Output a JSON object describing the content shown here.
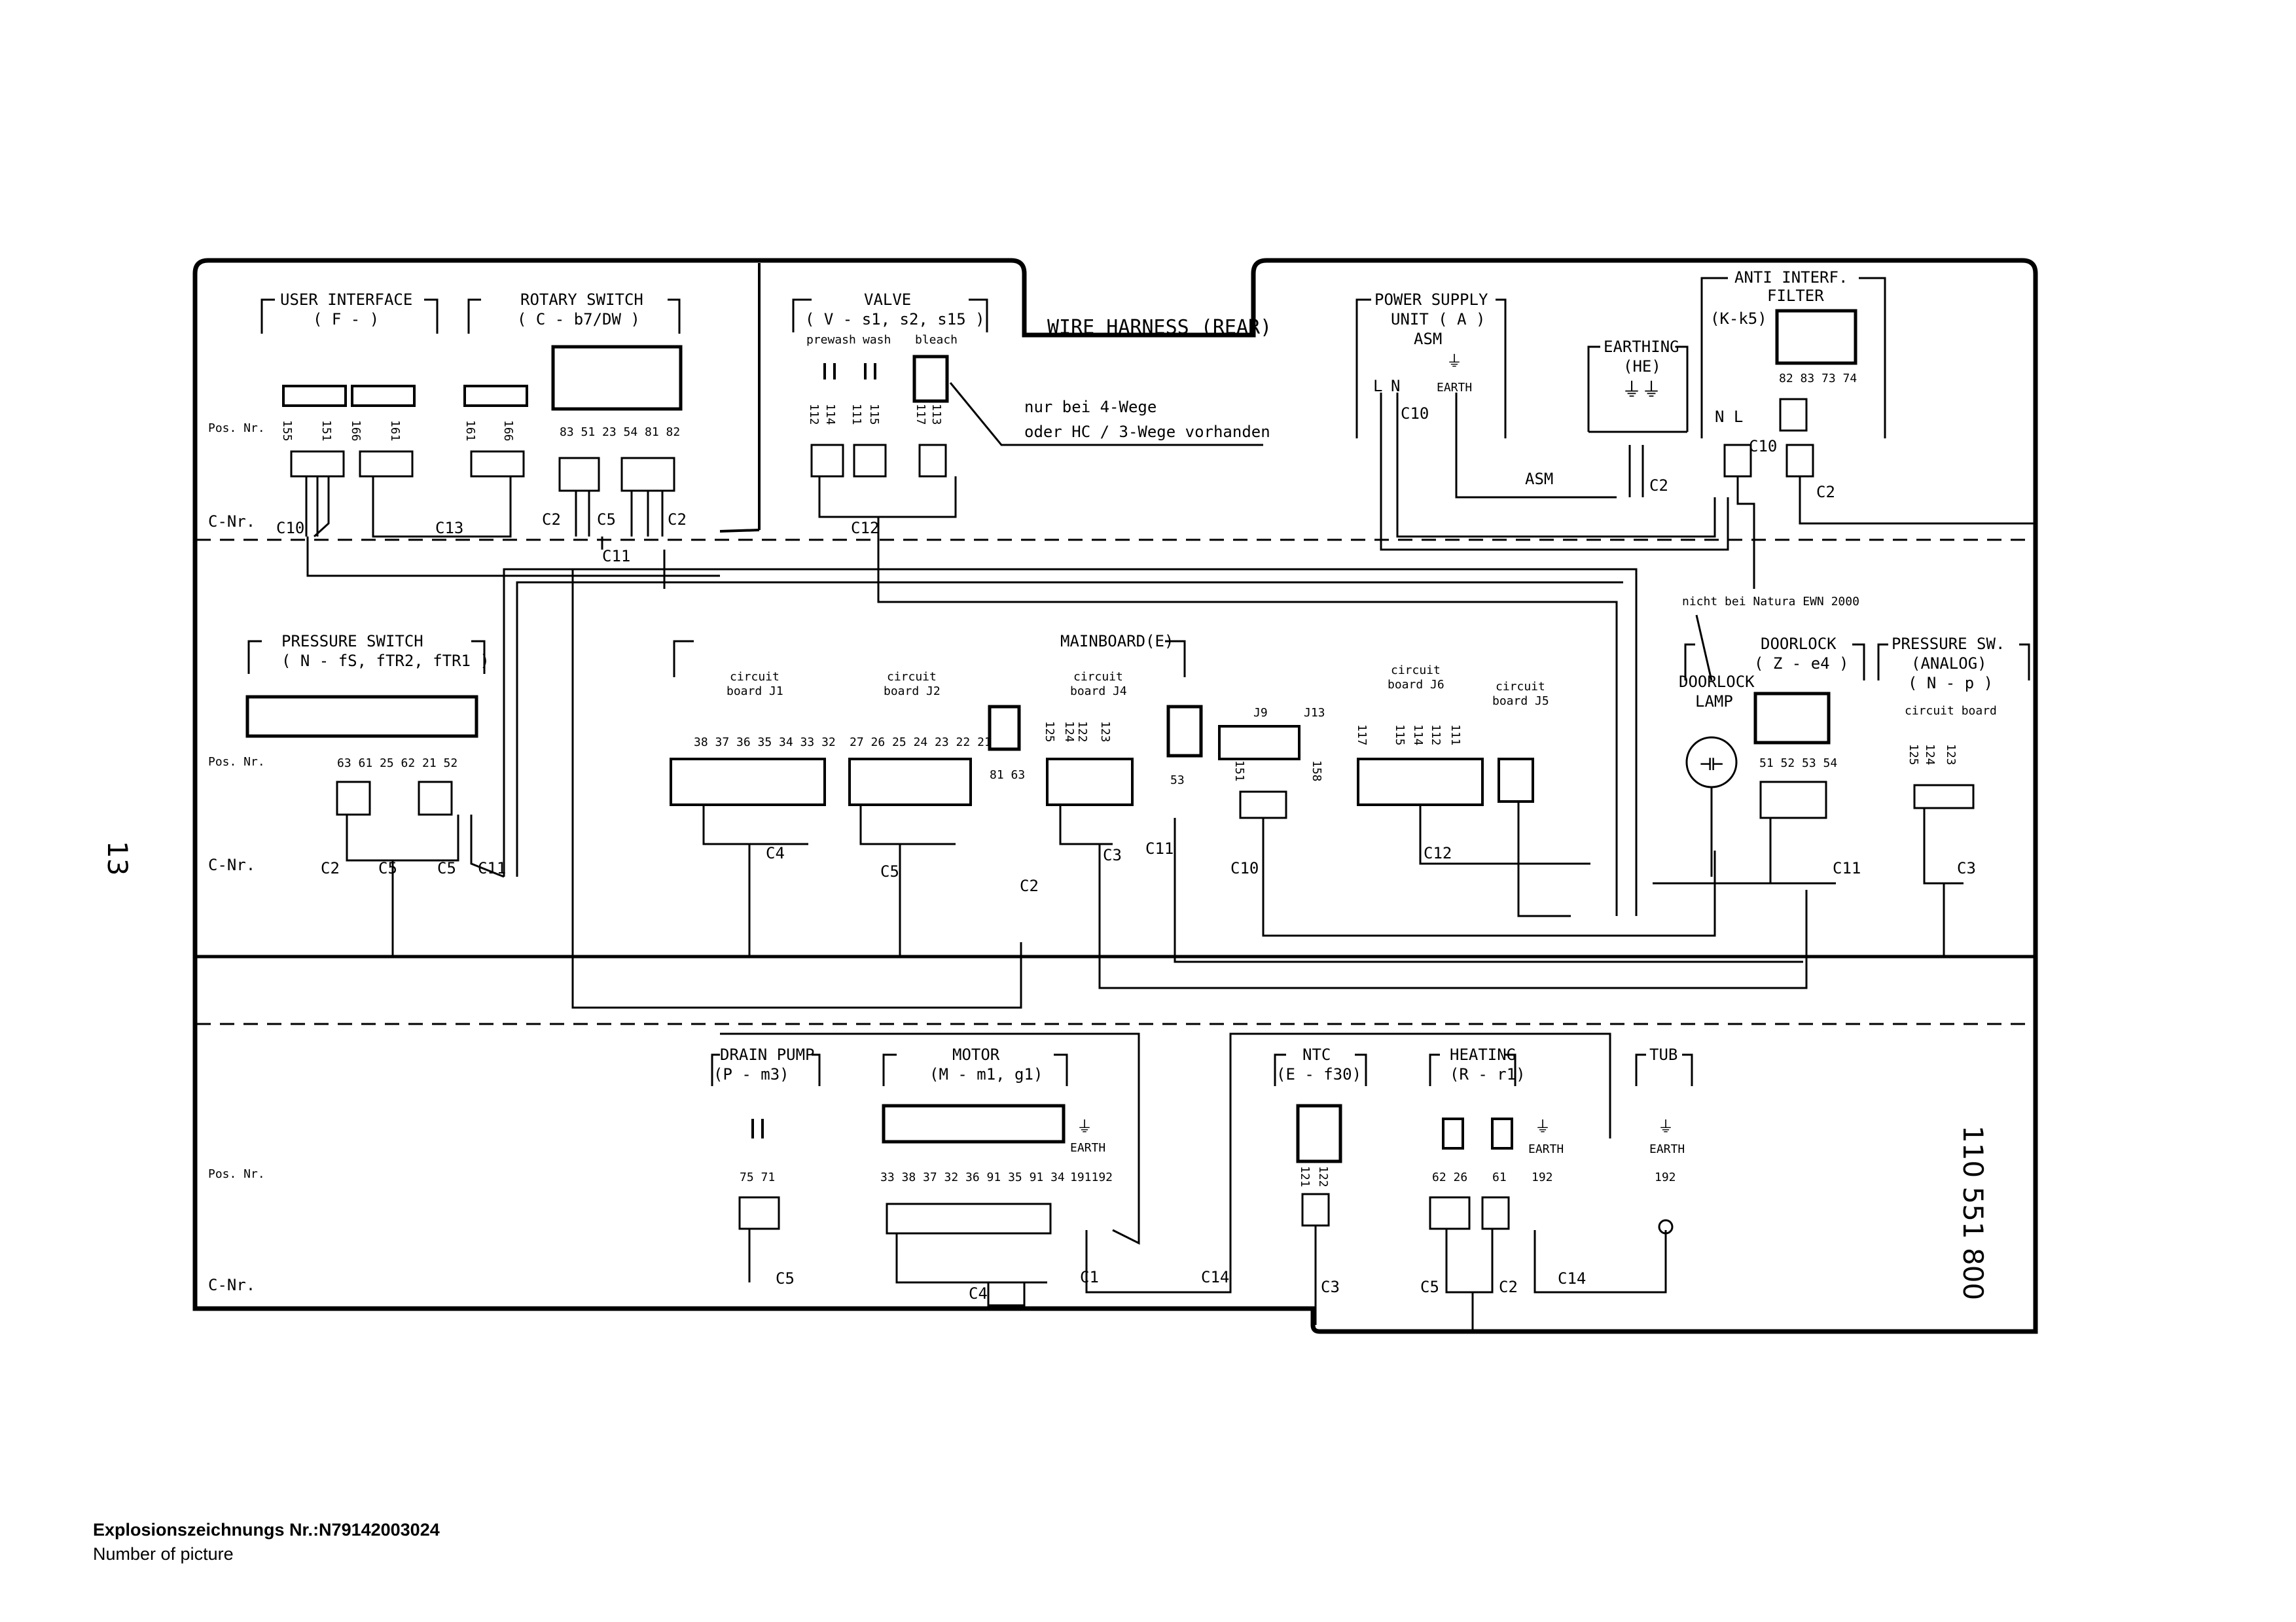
{
  "harness_title": "WIRE HARNESS (REAR)",
  "row_labels": {
    "pos": "Pos. Nr.",
    "cnr": "C-Nr."
  },
  "components": {
    "user_interface": {
      "name": "USER INTERFACE",
      "code": "( F - )",
      "pos": [
        "155",
        "151",
        "166",
        "161",
        "161",
        "166"
      ],
      "cnr": [
        "C10",
        "C13"
      ]
    },
    "rotary_switch": {
      "name": "ROTARY SWITCH",
      "code": "( C - b7/DW )",
      "pos": "83 51 23   54 81 82",
      "cnr": [
        "C2",
        "C5",
        "C2",
        "C11"
      ]
    },
    "valve": {
      "name": "VALVE",
      "code": "( V - s1, s2, s15 )",
      "sub": [
        "prewash",
        "wash",
        "bleach"
      ],
      "pos": [
        "112",
        "114",
        "111",
        "115",
        "117",
        "113"
      ],
      "cnr": "C12"
    },
    "valve_note": [
      "nur bei 4-Wege",
      "oder  HC / 3-Wege vorhanden"
    ],
    "power_supply": {
      "name": "POWER SUPPLY",
      "name2": "UNIT ( A )",
      "name3": "ASM",
      "pins": [
        "L",
        "N"
      ],
      "earth": "EARTH",
      "cnr": "C10",
      "harness": "ASM"
    },
    "earthing": {
      "name": "EARTHING",
      "code": "(HE)",
      "cnr": "C2"
    },
    "anti_interf": {
      "name": "ANTI INTERF.",
      "name2": "FILTER",
      "code": "(K-k5)",
      "pos": "82 83 73 74",
      "pins": "N  L",
      "cnr": [
        "C10",
        "C2"
      ]
    },
    "pressure_switch": {
      "name": "PRESSURE SWITCH",
      "code": "( N - fS, fTR2, fTR1 )",
      "pos": "63 61 25    62 21 52",
      "cnr": [
        "C2",
        "C5",
        "C5",
        "C11"
      ]
    },
    "mainboard": {
      "name": "MAINBOARD(E)",
      "boards": [
        {
          "label": "circuit",
          "label2": "board J1",
          "pins": "38 37 36 35 34 33 32",
          "cnr": "C4"
        },
        {
          "label": "circuit",
          "label2": "board J2",
          "pins": "27 26 25 24 23 22 21",
          "cnr": "C5"
        },
        {
          "label": "circuit",
          "label2": "board J4",
          "pins": [
            "125",
            "124",
            "122",
            "123"
          ],
          "cnr": "C3"
        },
        {
          "label": "circuit",
          "label2": "board J6",
          "pins": [
            "117",
            "115",
            "114",
            "112",
            "111"
          ],
          "cnr": "C12"
        },
        {
          "label": "circuit",
          "label2": "board J5",
          "pins": [],
          "cnr": ""
        }
      ],
      "extra": [
        "81 63",
        "53",
        "J9",
        "J13",
        "151",
        "158"
      ],
      "extra_cnr": [
        "C2",
        "C11",
        "C10"
      ]
    },
    "doorlock": {
      "name": "DOORLOCK",
      "code": "( Z - e4 )",
      "lamp": [
        "DOORLOCK",
        "LAMP"
      ],
      "note": "nicht bei Natura EWN 2000",
      "pos": "51 52 53 54",
      "cnr": "C11"
    },
    "pressure_sw_analog": {
      "name": "PRESSURE SW.",
      "code": "(ANALOG)",
      "code2": "( N - p )",
      "label": "circuit board",
      "pos": [
        "125",
        "124",
        "123"
      ],
      "cnr": "C3"
    },
    "drain_pump": {
      "name": "DRAIN PUMP",
      "code": "(P - m3)",
      "pos": "75 71",
      "cnr": "C5"
    },
    "motor": {
      "name": "MOTOR",
      "code": "(M - m1, g1)",
      "pos": "33    38 37 32 36 91 35 91 34",
      "earth": "EARTH",
      "earth_pos": "191192",
      "cnr": [
        "C4",
        "C1",
        "C14"
      ]
    },
    "ntc": {
      "name": "NTC",
      "code": "(E - f30)",
      "pos": [
        "121",
        "122"
      ],
      "cnr": "C3"
    },
    "heating": {
      "name": "HEATING",
      "code": "(R - r1)",
      "pos": [
        "62 26",
        "61"
      ],
      "earth": "EARTH",
      "earth_pos": "192",
      "cnr": [
        "C5",
        "C2",
        "C14"
      ]
    },
    "tub": {
      "name": "TUB",
      "earth": "EARTH",
      "earth_pos": "192"
    }
  },
  "side_left": "13",
  "side_right": "110 551 800",
  "footer": {
    "line1": "Explosionszeichnungs  Nr.:N79142003024",
    "line2": "Number of picture"
  }
}
